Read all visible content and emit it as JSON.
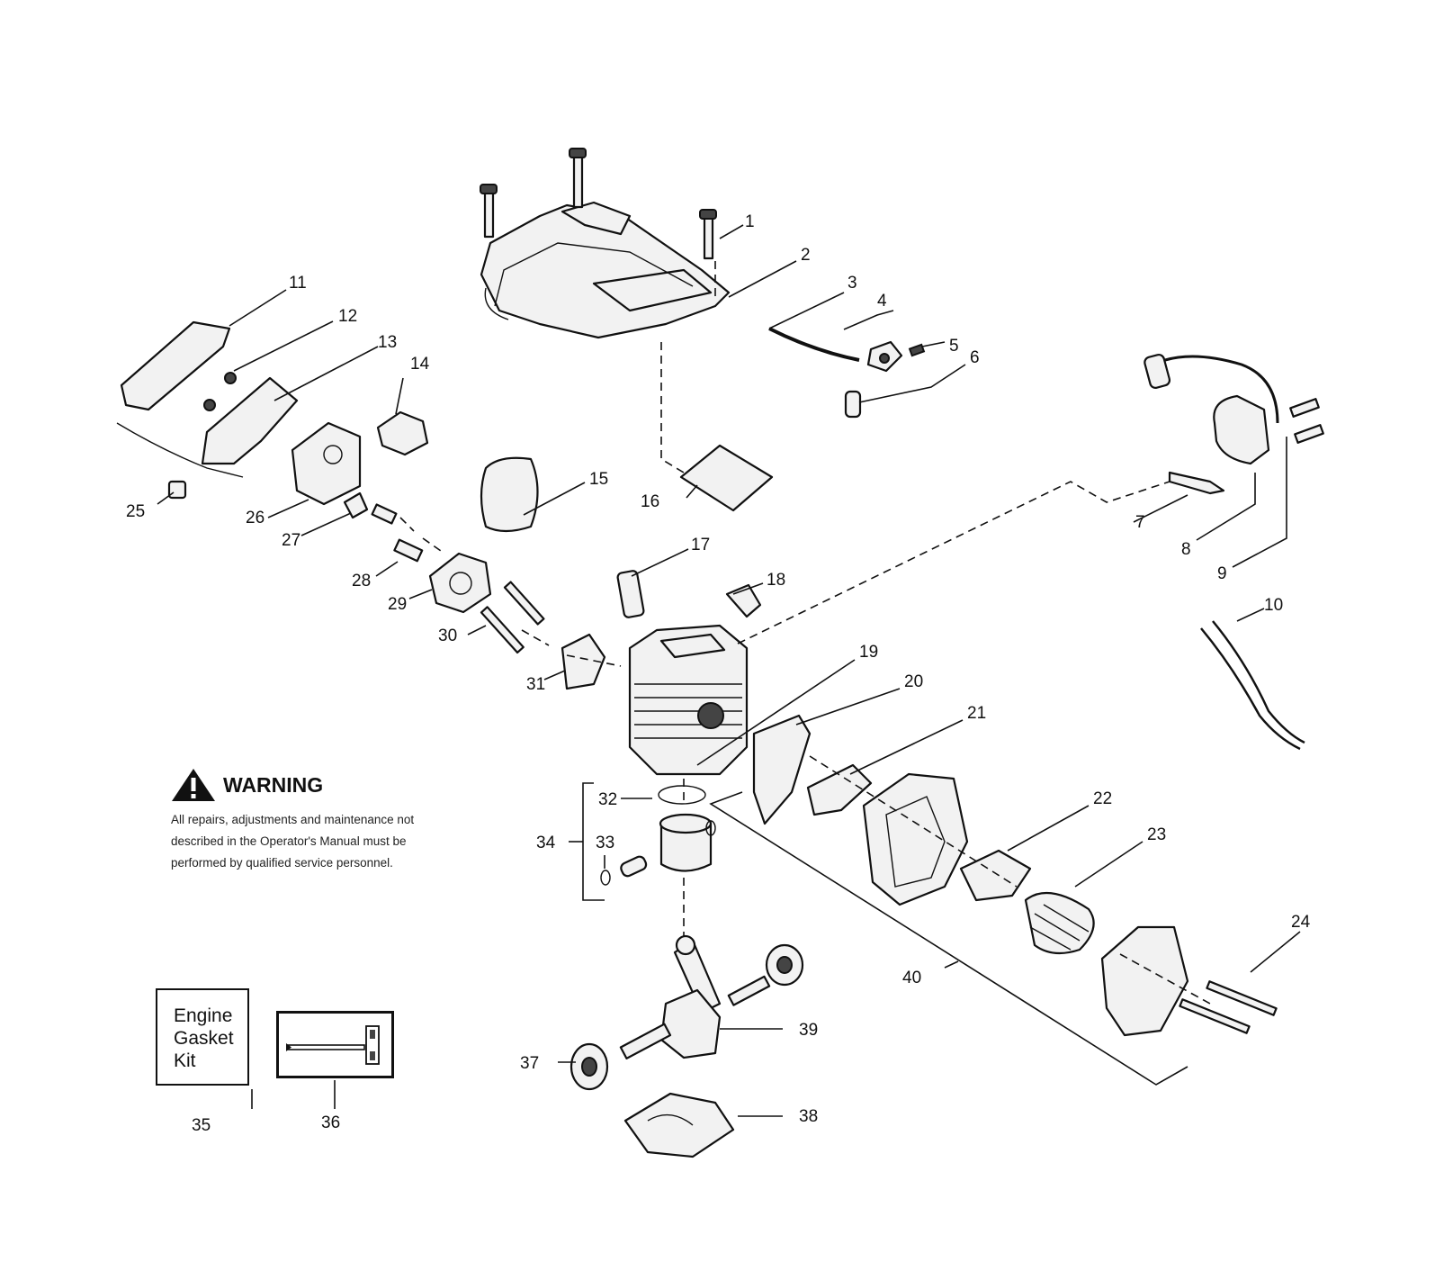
{
  "warning": {
    "title": "WARNING",
    "lines": [
      "All repairs, adjustments and maintenance not",
      "described in the Operator's Manual must be",
      "performed by qualified  service personnel."
    ]
  },
  "kit": {
    "lines": [
      "Engine",
      "Gasket",
      "Kit"
    ]
  },
  "callouts": [
    {
      "label": "1"
    },
    {
      "label": "2"
    },
    {
      "label": "3"
    },
    {
      "label": "4"
    },
    {
      "label": "5"
    },
    {
      "label": "6"
    },
    {
      "label": "7"
    },
    {
      "label": "8"
    },
    {
      "label": "9"
    },
    {
      "label": "10"
    },
    {
      "label": "11"
    },
    {
      "label": "12"
    },
    {
      "label": "13"
    },
    {
      "label": "14"
    },
    {
      "label": "15"
    },
    {
      "label": "16"
    },
    {
      "label": "17"
    },
    {
      "label": "18"
    },
    {
      "label": "19"
    },
    {
      "label": "20"
    },
    {
      "label": "21"
    },
    {
      "label": "22"
    },
    {
      "label": "23"
    },
    {
      "label": "24"
    },
    {
      "label": "25"
    },
    {
      "label": "26"
    },
    {
      "label": "27"
    },
    {
      "label": "28"
    },
    {
      "label": "29"
    },
    {
      "label": "30"
    },
    {
      "label": "31"
    },
    {
      "label": "32"
    },
    {
      "label": "33"
    },
    {
      "label": "34"
    },
    {
      "label": "35"
    },
    {
      "label": "36"
    },
    {
      "label": "37"
    },
    {
      "label": "38"
    },
    {
      "label": "39"
    },
    {
      "label": "40"
    }
  ]
}
